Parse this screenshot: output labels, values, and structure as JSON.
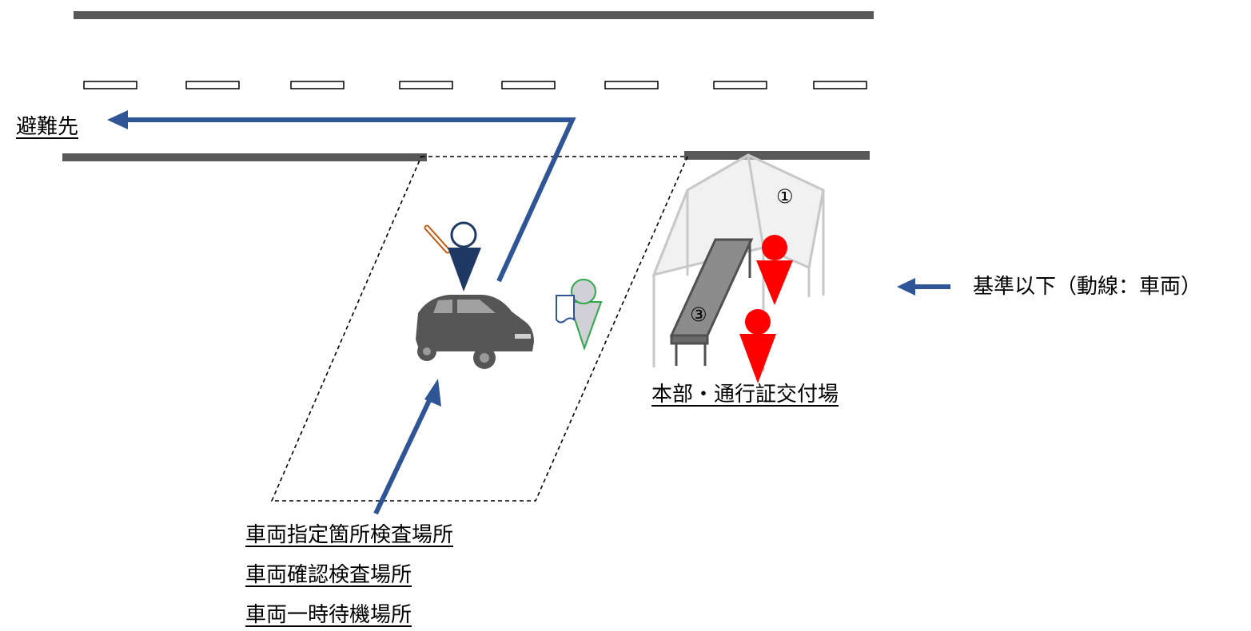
{
  "labels": {
    "evacuation": "避難先",
    "headquarters": "本部・通行証交付場",
    "inspection_1": "車両指定箇所検査場所",
    "inspection_2": "車両確認検査場所",
    "inspection_3": "車両一時待機場所",
    "tent_number": "①",
    "table_number": "③"
  },
  "legend": {
    "text": "基準以下（動線：車両）",
    "arrow_color": "#2f5597"
  },
  "colors": {
    "flow_arrow": "#2f5597",
    "road_line": "#595959",
    "staff_red": "#ff0000",
    "guard_navy": "#1f3864",
    "checker_green": "#2ea84a",
    "car": "#555555"
  }
}
